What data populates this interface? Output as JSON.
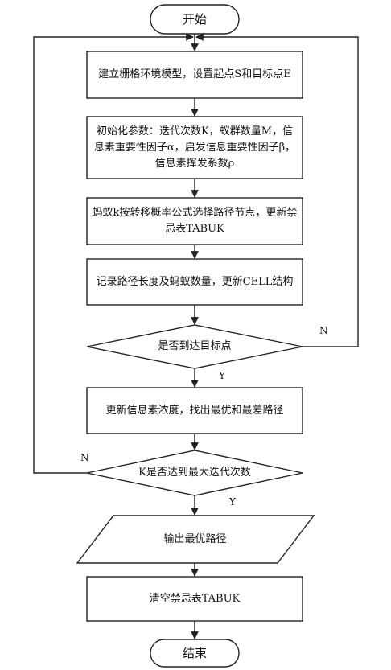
{
  "flowchart": {
    "start": "开始",
    "step_build_grid": "建立栅格环境模型，设置起点S和目标点E",
    "step_init_params": "初始化参数：迭代次数K，蚁群数量M，信息素重要性因子α，启发信息重要性因子β，信息素挥发系数ρ",
    "step_ant_select": "蚂蚁k按转移概率公式选择路径节点，更新禁忌表TABUK",
    "step_record": "记录路径长度及蚂蚁数量，更新CELL结构",
    "decision_reach_target": "是否到达目标点",
    "step_update_pheromone": "更新信息素浓度，找出最优和最差路径",
    "decision_max_iter": "K是否达到最大迭代次数",
    "output_best_path": "输出最优路径",
    "step_clear_tabu": "清空禁忌表TABUK",
    "end": "结束",
    "label_yes_1": "Y",
    "label_no_1": "N",
    "label_yes_2": "Y",
    "label_no_2": "N"
  },
  "colors": {
    "stroke": "#222222",
    "background": "#ffffff",
    "text": "#111111"
  }
}
